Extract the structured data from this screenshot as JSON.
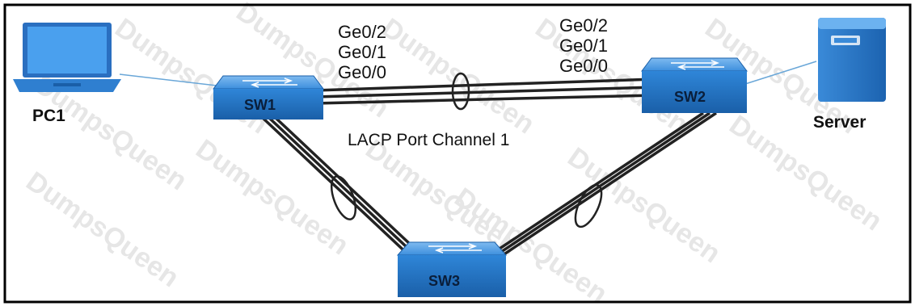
{
  "nodes": {
    "pc1": {
      "label": "PC1"
    },
    "sw1": {
      "label": "SW1"
    },
    "sw2": {
      "label": "SW2"
    },
    "sw3": {
      "label": "SW3"
    },
    "server": {
      "label": "Server"
    }
  },
  "ports": {
    "sw1": [
      "Ge0/2",
      "Ge0/1",
      "Ge0/0"
    ],
    "sw2": [
      "Ge0/2",
      "Ge0/1",
      "Ge0/0"
    ]
  },
  "links": {
    "sw1_sw2_label": "LACP Port Channel 1"
  },
  "watermark": {
    "text": "DumpsQueen"
  },
  "colors": {
    "switch": "#2b7fd6",
    "switch_dark": "#1a5fa8",
    "link": "#222222",
    "access_link": "#6aa7d8",
    "border": "#000000"
  },
  "icons": {
    "pc1": "laptop-icon",
    "server": "server-icon",
    "switches": "switch-icon"
  }
}
